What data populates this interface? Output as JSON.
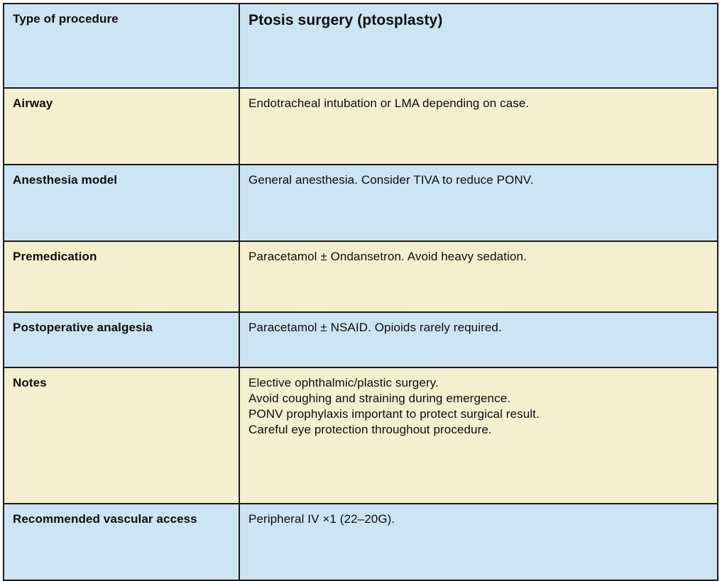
{
  "table": {
    "header": {
      "label": "Type of procedure",
      "title": "Ptosis surgery (ptosplasty)"
    },
    "rows": [
      {
        "label": "Airway",
        "value": "Endotracheal intubation or LMA depending on case.",
        "row_color": "#f4efcf"
      },
      {
        "label": "Anesthesia model",
        "value": "General anesthesia. Consider TIVA to reduce PONV.",
        "row_color": "#cde4f2"
      },
      {
        "label": "Premedication",
        "value": "Paracetamol ± Ondansetron. Avoid heavy sedation.",
        "row_color": "#f4efcf"
      },
      {
        "label": "Postoperative analgesia",
        "value": "Paracetamol ± NSAID. Opioids rarely required.",
        "row_color": "#cde4f2"
      },
      {
        "label": "Notes",
        "value_lines": [
          "Elective ophthalmic/plastic surgery.",
          "Avoid coughing and straining during emergence.",
          "PONV prophylaxis important to protect surgical result.",
          "Careful eye protection throughout procedure."
        ],
        "row_color": "#f4efcf"
      },
      {
        "label": "Recommended vascular access",
        "value": "Peripheral IV ×1 (22–20G).",
        "row_color": "#cde4f2"
      }
    ]
  },
  "colors": {
    "row_blue": "#cde4f2",
    "row_cream": "#f4efcf",
    "border": "#1a1a1a",
    "text": "#0d0d0d",
    "page_background": "#ffffff"
  }
}
